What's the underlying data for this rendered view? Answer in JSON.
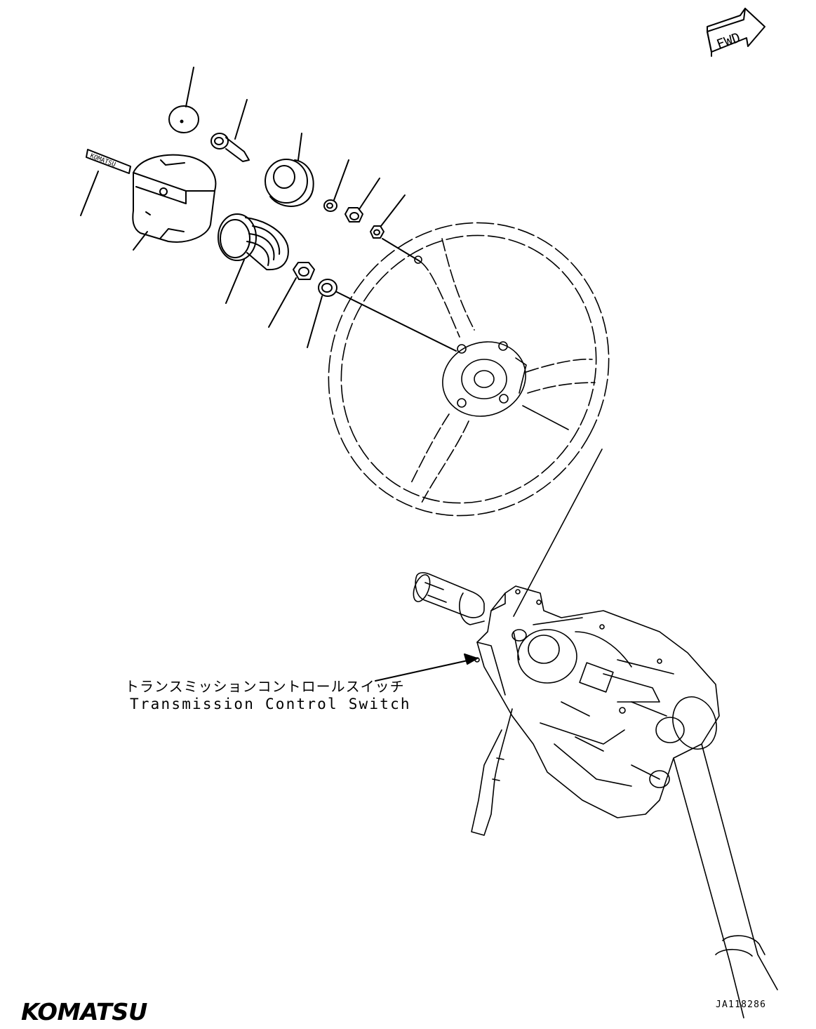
{
  "fwd_label": "FWD",
  "emblem_text": "KOMATSU",
  "callout": {
    "japanese": "トランスミッションコントロールスイッチ",
    "english": "Transmission Control Switch"
  },
  "drawing_number": "JA118286",
  "brand_logo": "KOMATSU"
}
